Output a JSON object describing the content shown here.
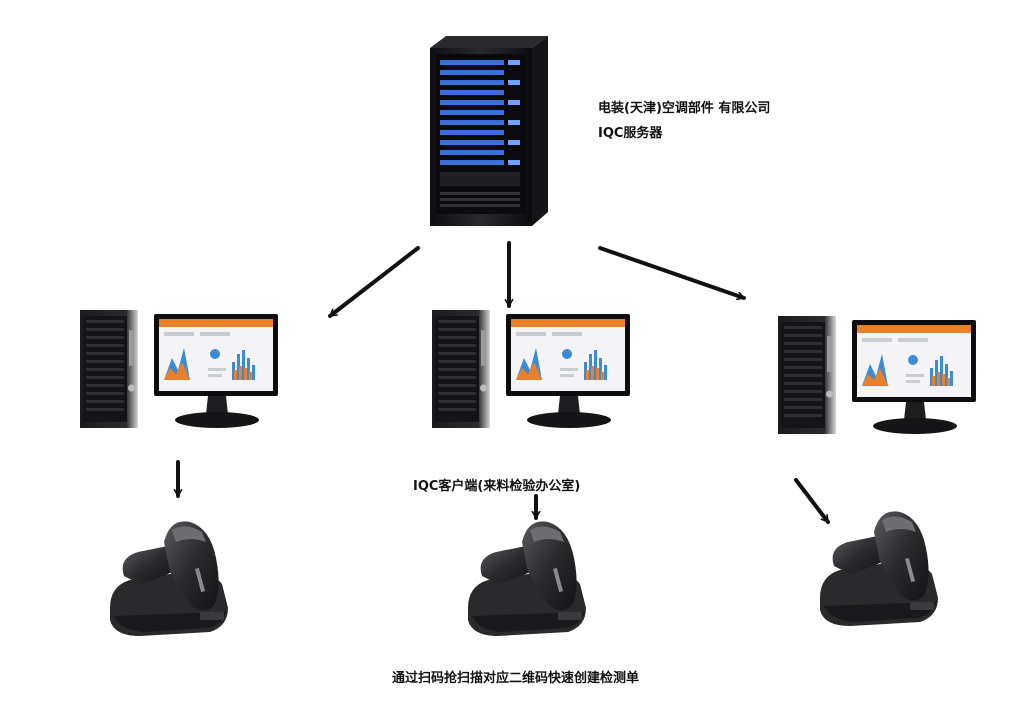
{
  "server": {
    "company_label": "电装(天津)空调部件 有限公司",
    "role_label": "IQC服务器"
  },
  "clients": {
    "label": "IQC客户端(来料检验办公室)"
  },
  "caption": "通过扫码抢扫描对应二维码快速创建检测单",
  "colors": {
    "background": "#ffffff",
    "arrow": "#111111",
    "device_dark": "#1a1a1c",
    "screen_accent": "#e8812a",
    "server_lights": "#3a6fd8"
  }
}
